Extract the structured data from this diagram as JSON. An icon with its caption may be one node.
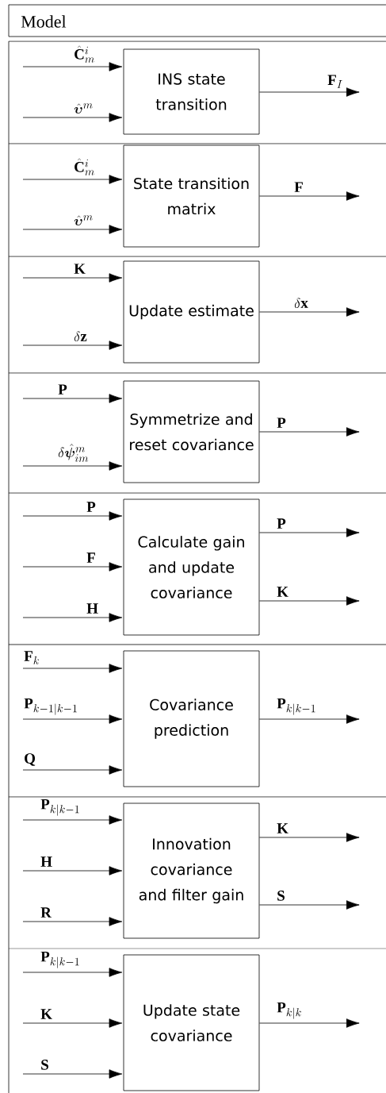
{
  "diagram": {
    "title": "Model",
    "nodes": [
      {
        "text": [
          "INS state transition"
        ]
      },
      {
        "text": [
          "State transition matrix"
        ]
      },
      {
        "text": [
          "Update estimate"
        ]
      },
      {
        "text": [
          "Symmetrize and reset covariance"
        ]
      },
      {
        "text": [
          "Calculate gain and update covariance"
        ]
      },
      {
        "text": [
          "Covariance prediction"
        ]
      },
      {
        "text": [
          "Innovation covariance and filter gain"
        ]
      },
      {
        "text": [
          "Update state covariance"
        ]
      }
    ],
    "edges": [
      {
        "from": null,
        "to": 0,
        "arrow": "to",
        "label": "\\hat{\\mathbf{C}}^{i}_{m}"
      },
      {
        "from": null,
        "to": 0,
        "arrow": "to",
        "label": "\\hat{\\boldsymbol{\\upsilon}}^{m}"
      },
      {
        "from": 0,
        "to": null,
        "arrow": "to",
        "label": "\\mathbf{F}_{I}"
      },
      {
        "from": null,
        "to": 1,
        "arrow": "to",
        "label": "\\hat{\\mathbf{C}}^{i}_{m}"
      },
      {
        "from": null,
        "to": 1,
        "arrow": "to",
        "label": "\\hat{\\boldsymbol{\\upsilon}}^{m}"
      },
      {
        "from": 1,
        "to": null,
        "arrow": "to",
        "label": "\\mathbf{F}"
      },
      {
        "from": null,
        "to": 2,
        "arrow": "to",
        "label": "\\mathbf{K}"
      },
      {
        "from": null,
        "to": 2,
        "arrow": "to",
        "label": "\\delta\\mathbf{z}"
      },
      {
        "from": 2,
        "to": null,
        "arrow": "to",
        "label": "\\delta\\mathbf{x}"
      },
      {
        "from": null,
        "to": 3,
        "arrow": "to",
        "label": "\\mathbf{P}"
      },
      {
        "from": null,
        "to": 3,
        "arrow": "to",
        "label": "\\delta\\hat{\\boldsymbol{\\psi}}^{m}_{im}"
      },
      {
        "from": 3,
        "to": null,
        "arrow": "to",
        "label": "\\mathbf{P}"
      },
      {
        "from": null,
        "to": 4,
        "arrow": "to",
        "label": "\\mathbf{P}"
      },
      {
        "from": null,
        "to": 4,
        "arrow": "to",
        "label": "\\mathbf{F}"
      },
      {
        "from": null,
        "to": 4,
        "arrow": "to",
        "label": "\\mathbf{H}"
      },
      {
        "from": 4,
        "to": null,
        "arrow": "to",
        "label": "\\mathbf{P}"
      },
      {
        "from": 4,
        "to": null,
        "arrow": "to",
        "label": "\\mathbf{K}"
      },
      {
        "from": null,
        "to": 5,
        "arrow": "to",
        "label": "\\mathbf{F}_{k}"
      },
      {
        "from": null,
        "to": 5,
        "arrow": "to",
        "label": "\\mathbf{P}_{k-1|k-1}"
      },
      {
        "from": null,
        "to": 5,
        "arrow": "to",
        "label": "\\mathbf{Q}"
      },
      {
        "from": 5,
        "to": null,
        "arrow": "to",
        "label": "\\mathbf{P}_{k|k-1}"
      },
      {
        "from": null,
        "to": 6,
        "arrow": "to",
        "label": "\\mathbf{P}_{k|k-1}"
      },
      {
        "from": null,
        "to": 6,
        "arrow": "to",
        "label": "\\mathbf{H}"
      },
      {
        "from": null,
        "to": 6,
        "arrow": "to",
        "label": "\\mathbf{R}"
      },
      {
        "from": 6,
        "to": null,
        "arrow": "to",
        "label": "\\mathbf{K}"
      },
      {
        "from": 6,
        "to": null,
        "arrow": "to",
        "label": "\\mathbf{S}"
      },
      {
        "from": null,
        "to": 7,
        "arrow": "to",
        "label": "\\mathbf{P}_{k|k-1}"
      },
      {
        "from": null,
        "to": 7,
        "arrow": "to",
        "label": "\\mathbf{K}"
      },
      {
        "from": null,
        "to": 7,
        "arrow": "to",
        "label": "\\mathbf{S}"
      },
      {
        "from": 7,
        "to": null,
        "arrow": "to",
        "label": "\\mathbf{P}_{k|k}"
      }
    ]
  }
}
